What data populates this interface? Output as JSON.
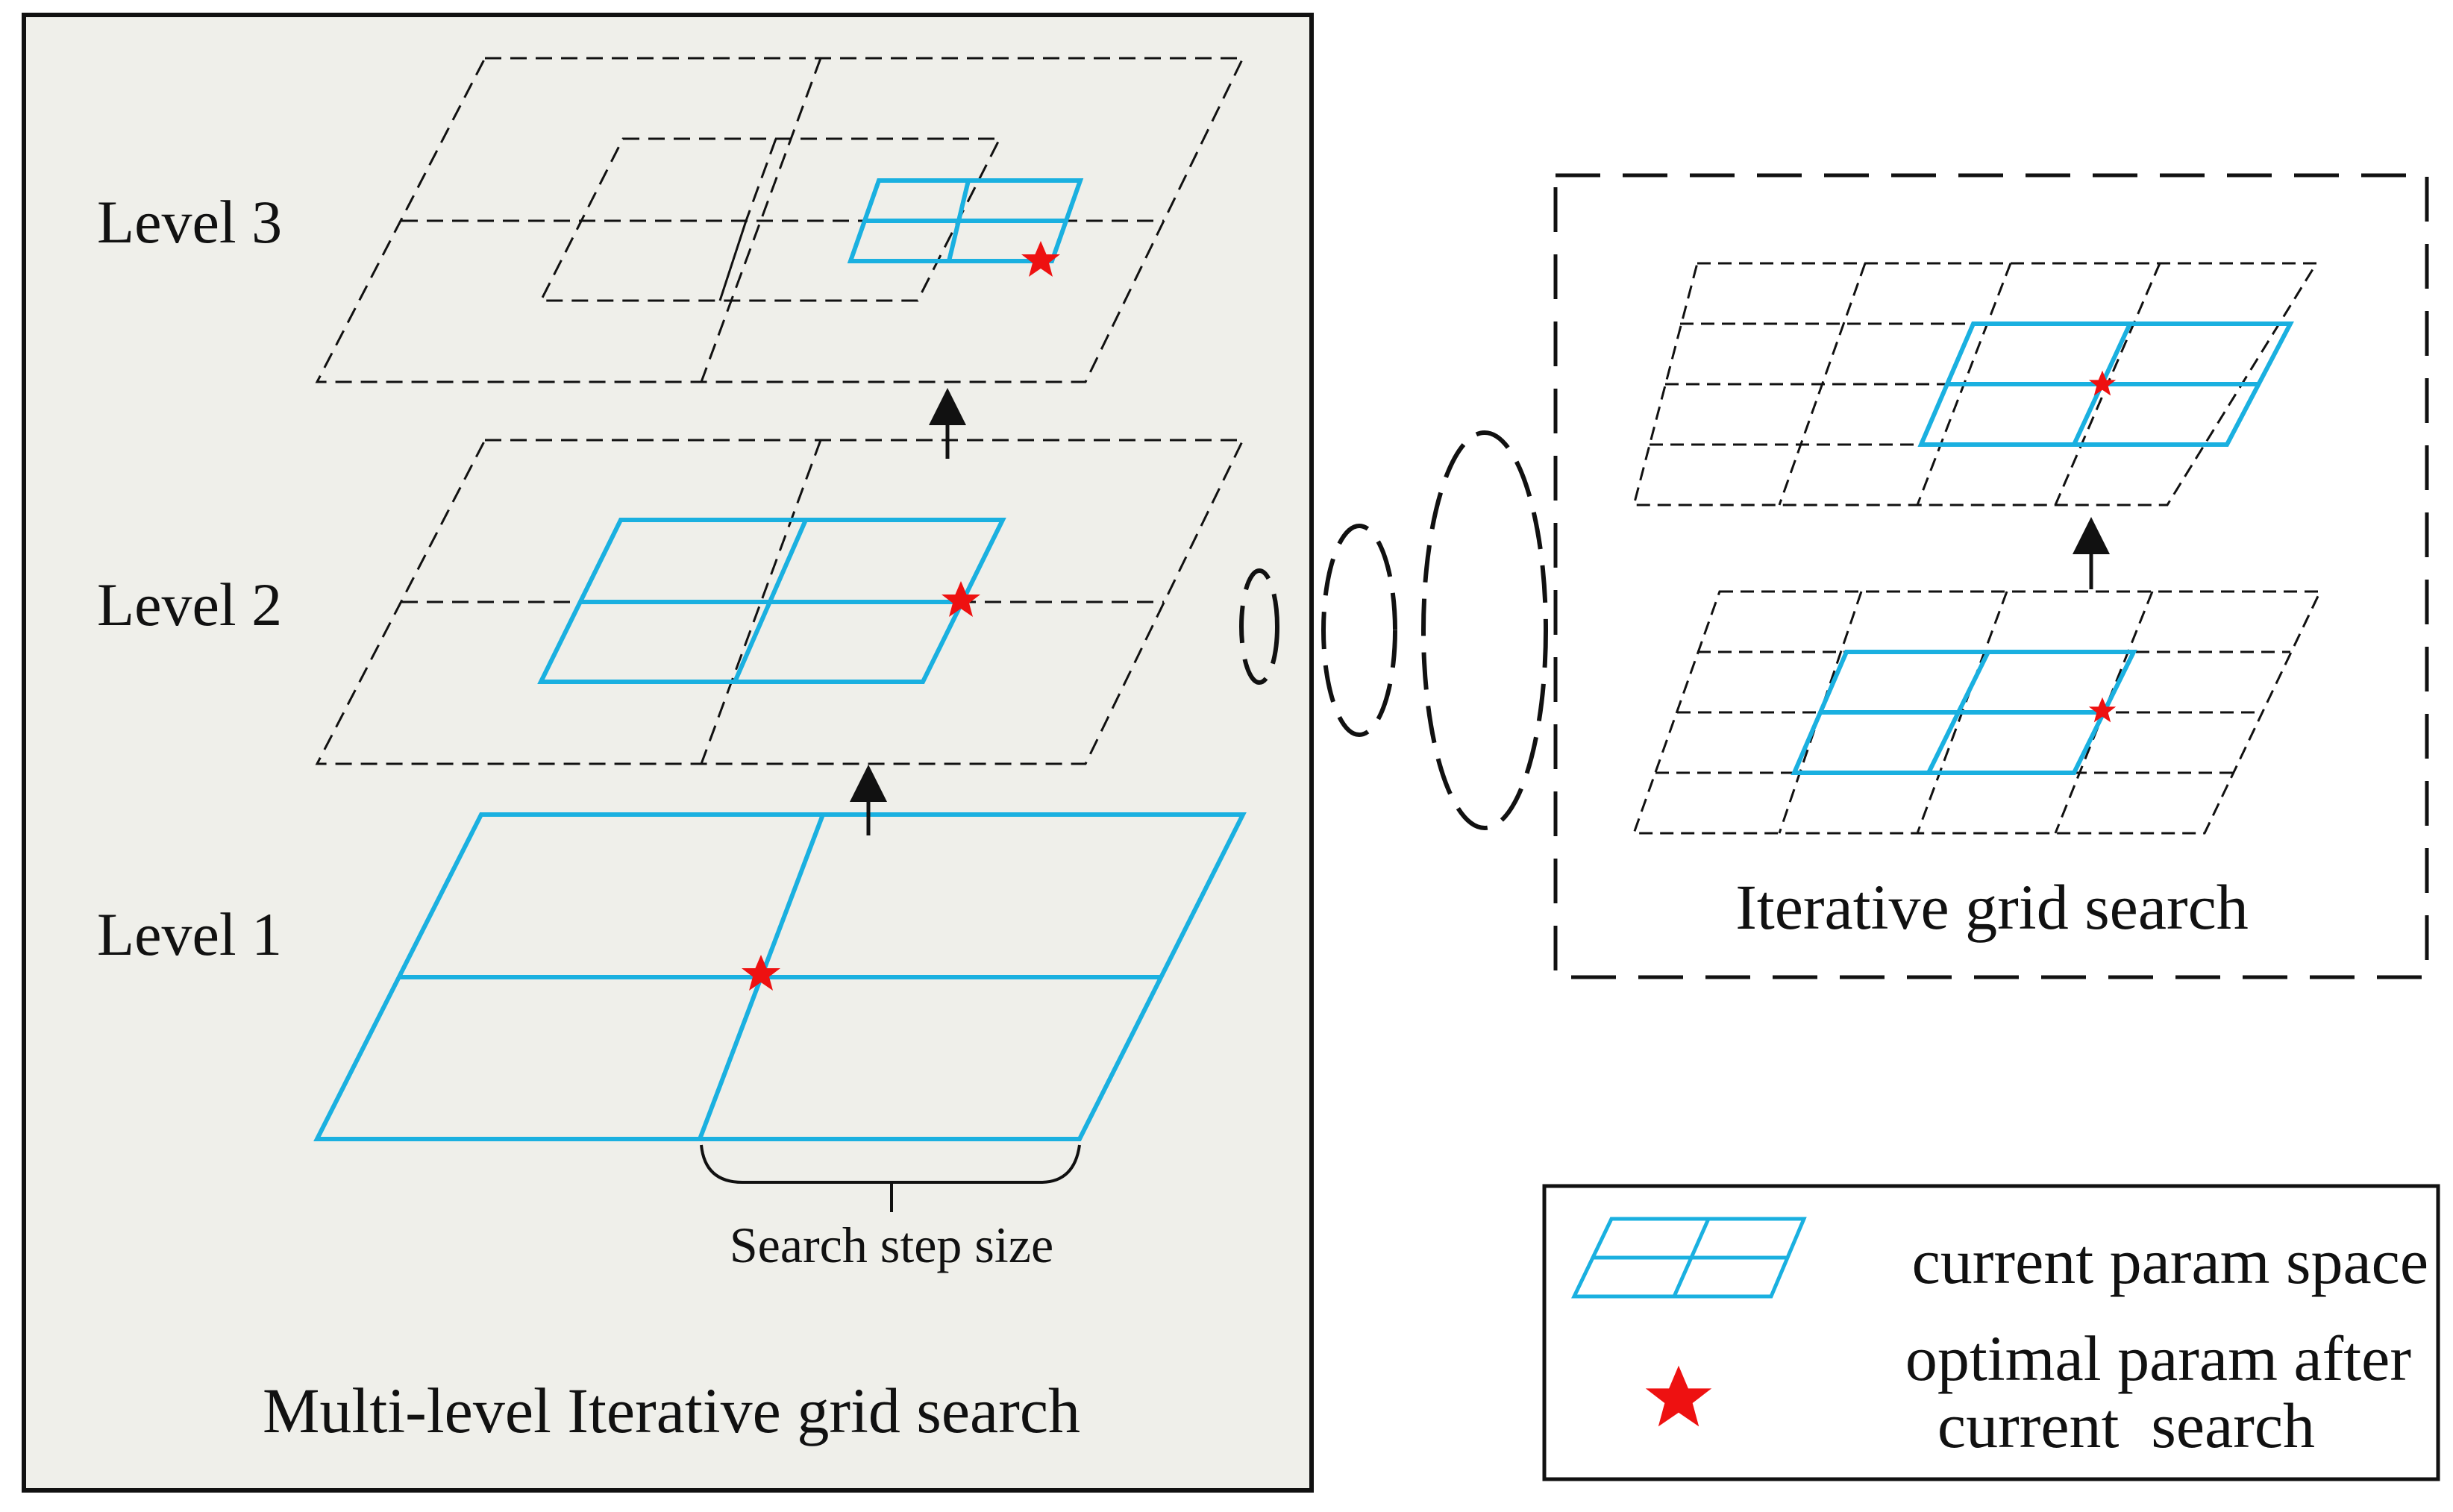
{
  "left_panel": {
    "caption": "Multi-level Iterative grid search",
    "levels": [
      {
        "label": "Level 3"
      },
      {
        "label": "Level 2"
      },
      {
        "label": "Level 1"
      }
    ],
    "step_size_label": "Search step size"
  },
  "right_panel": {
    "caption": "Iterative grid search"
  },
  "legend": {
    "current_space_label": "current param space",
    "optimal_line1": "optimal param after",
    "optimal_line2": "current  search"
  },
  "colors": {
    "grid_active": "#1ab0e0",
    "star": "#ee1111",
    "panel_bg": "#efefea",
    "line": "#111111"
  },
  "icons": {
    "star": "star-icon",
    "arrow": "arrow-up-icon"
  }
}
